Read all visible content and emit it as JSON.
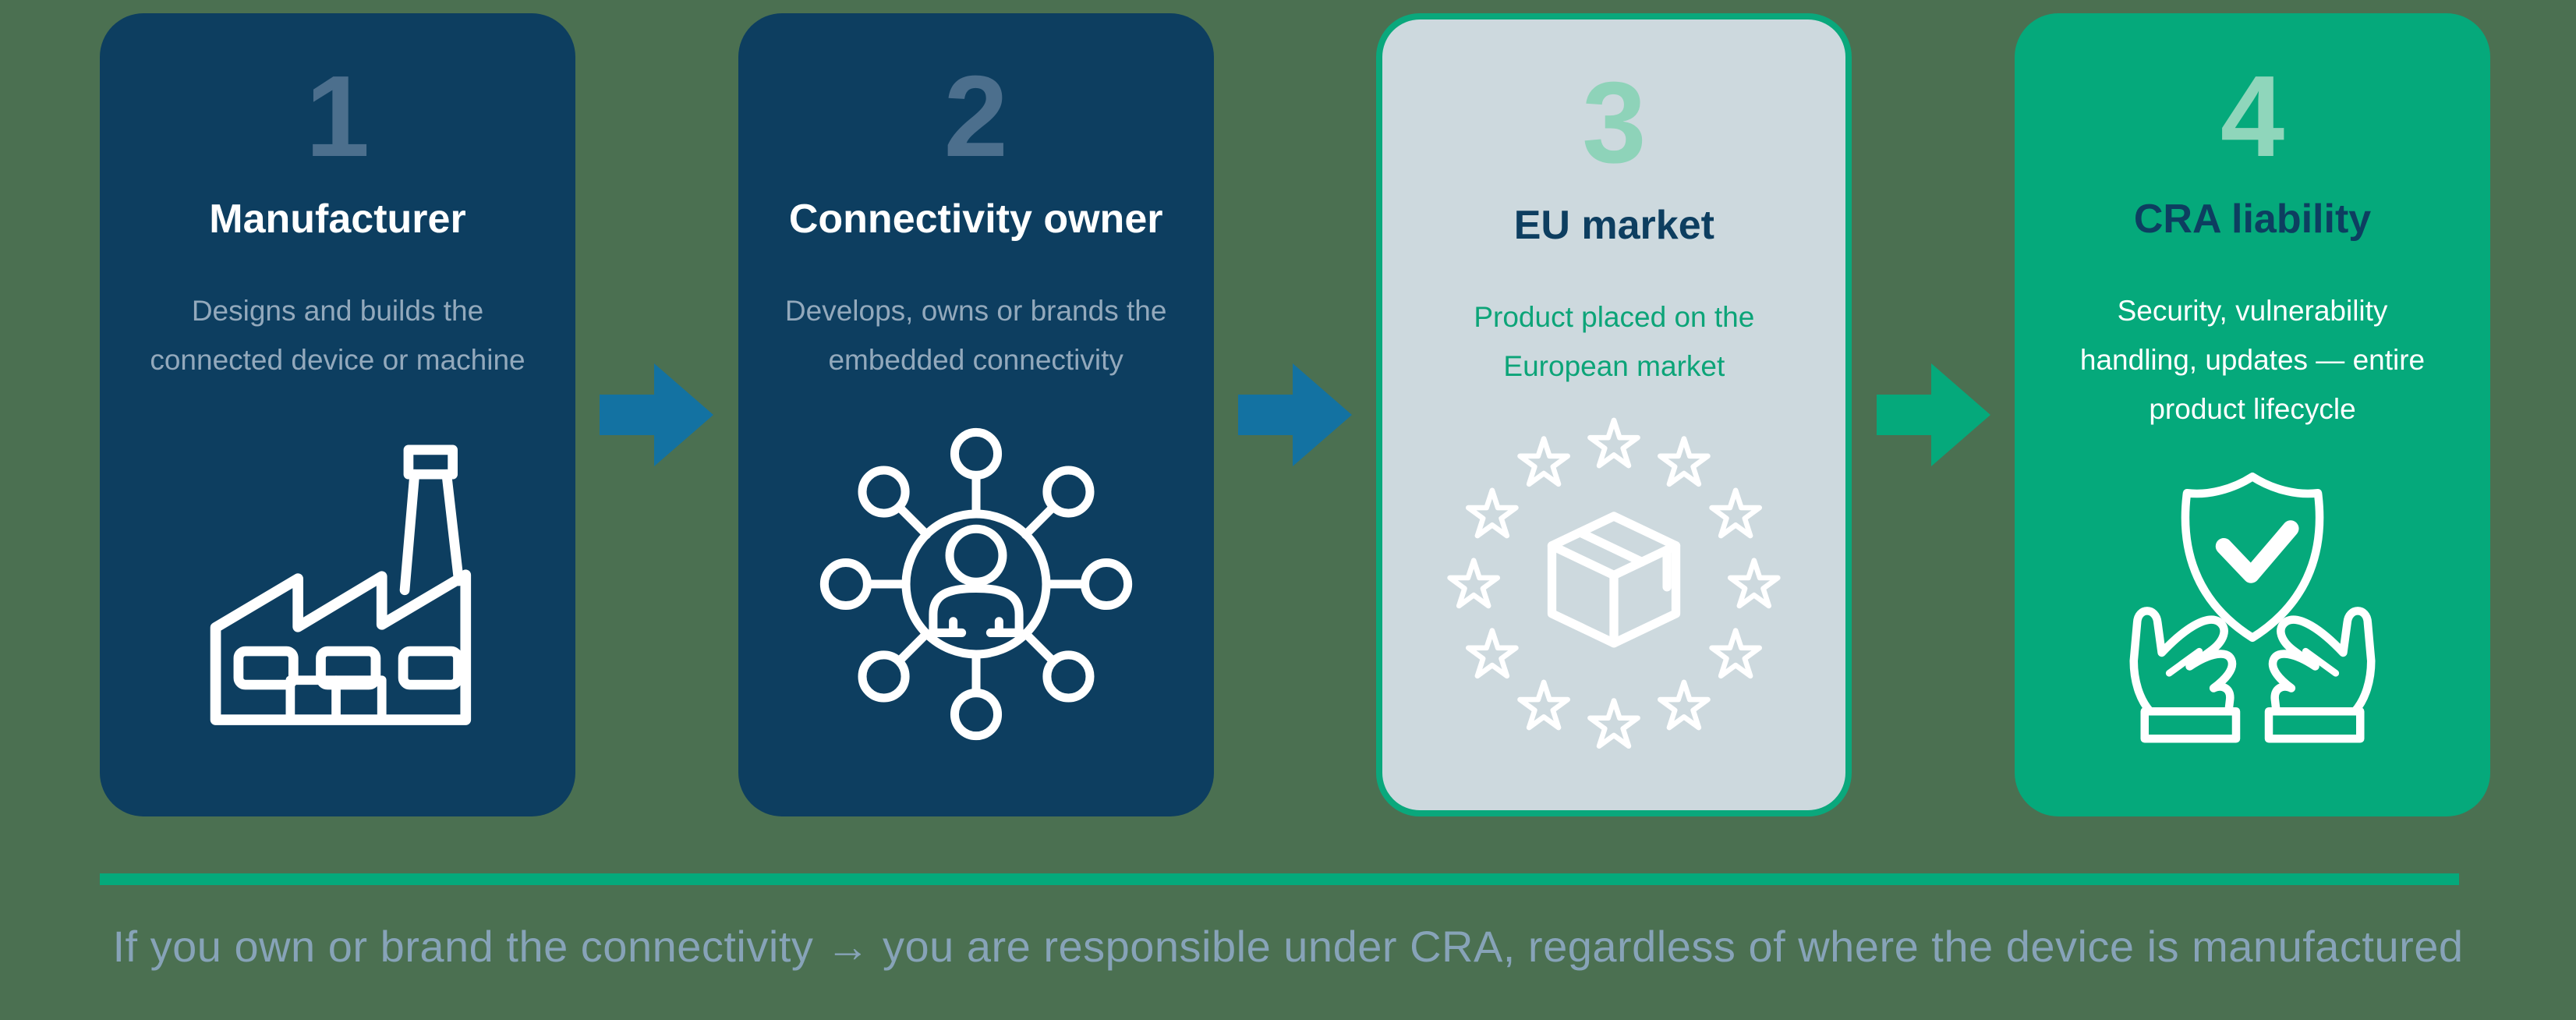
{
  "infographic": {
    "cards": [
      {
        "number": "1",
        "title": "Manufacturer",
        "description": "Designs and builds the\nconnected device or machine",
        "icon": "factory-icon",
        "variant": "navy"
      },
      {
        "number": "2",
        "title": "Connectivity owner",
        "description": "Develops, owns or brands the\nembedded connectivity",
        "icon": "network-hub-icon",
        "variant": "navy"
      },
      {
        "number": "3",
        "title": "EU market",
        "description": "Product placed on the\nEuropean market",
        "icon": "eu-stars-box-icon",
        "variant": "light"
      },
      {
        "number": "4",
        "title": "CRA liability",
        "description": "Security, vulnerability\nhandling, updates — entire\nproduct lifecycle",
        "icon": "shield-hands-icon",
        "variant": "green"
      }
    ],
    "arrows": [
      {
        "between": "1-2",
        "color": "#1372A2"
      },
      {
        "between": "2-3",
        "color": "#1372A2"
      },
      {
        "between": "3-4",
        "color": "#05A97B"
      }
    ],
    "divider_color": "#05A97B",
    "footer": {
      "text": "If you own or brand the connectivity → you are responsible under CRA, regardless of where the device is manufactured"
    },
    "colors": {
      "background": "#4B7051",
      "navy_card": "#0D3E60",
      "light_card_fill": "#CDD9DE",
      "light_card_border": "#0AA87C",
      "green_card": "#05A97B",
      "number_on_navy": "#4C6F8D",
      "number_mint": "#8FD6BB",
      "subtitle_on_navy": "#93A9BC",
      "green_text": "#0CA478",
      "footer_text": "#87A3B8",
      "icon_stroke": "#FFFFFF"
    }
  }
}
